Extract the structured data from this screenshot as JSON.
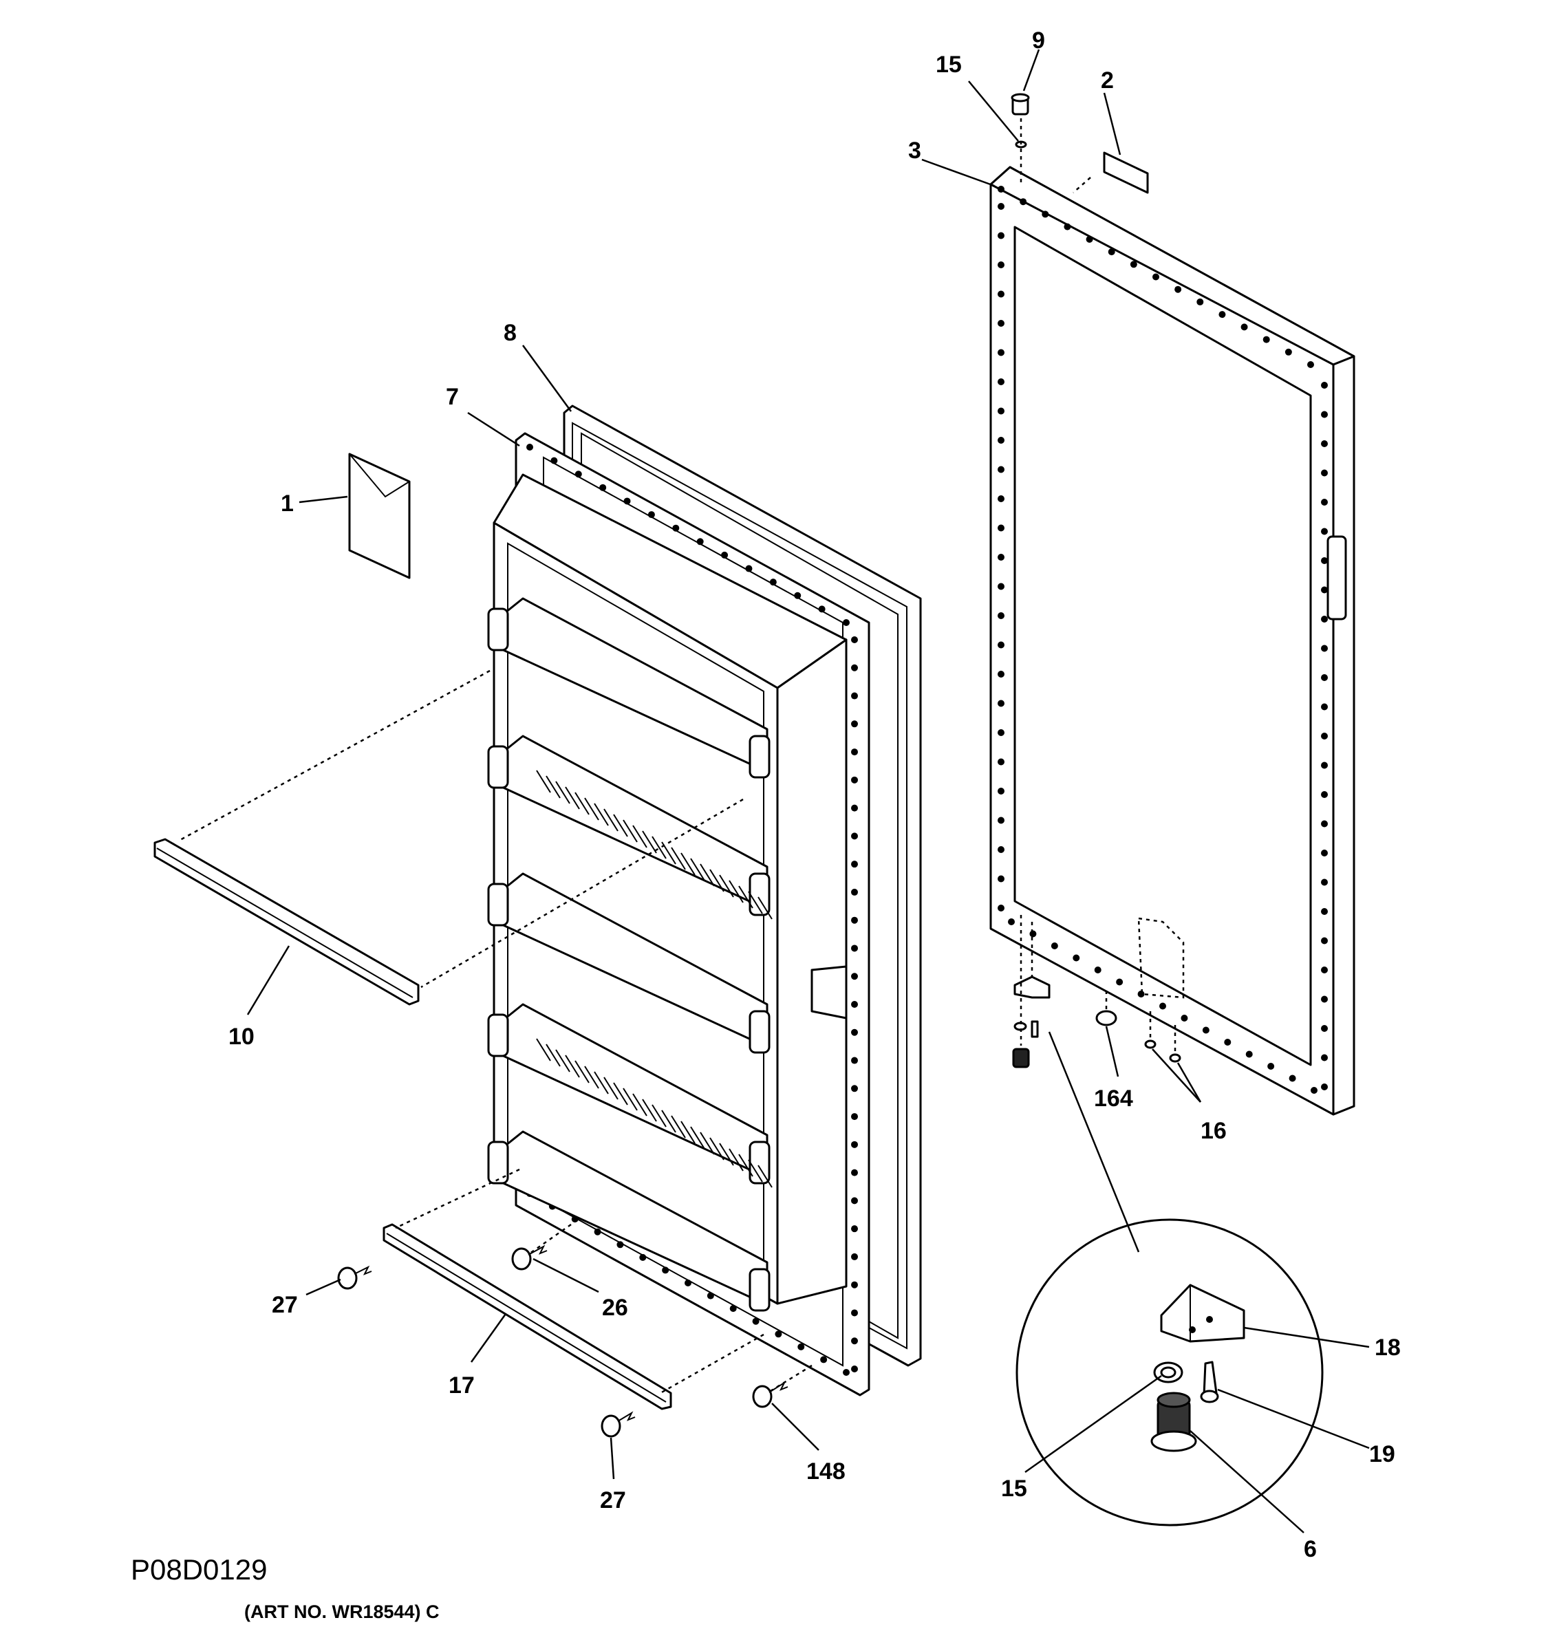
{
  "callouts": {
    "c1": "1",
    "c2": "2",
    "c3": "3",
    "c6": "6",
    "c7": "7",
    "c8": "8",
    "c9": "9",
    "c10": "10",
    "c15a": "15",
    "c15b": "15",
    "c16": "16",
    "c17": "17",
    "c18": "18",
    "c19": "19",
    "c26": "26",
    "c27a": "27",
    "c27b": "27",
    "c148": "148",
    "c164": "164"
  },
  "footer": {
    "diagram_code": "P08D0129",
    "art_number": "(ART NO. WR18544) C"
  }
}
